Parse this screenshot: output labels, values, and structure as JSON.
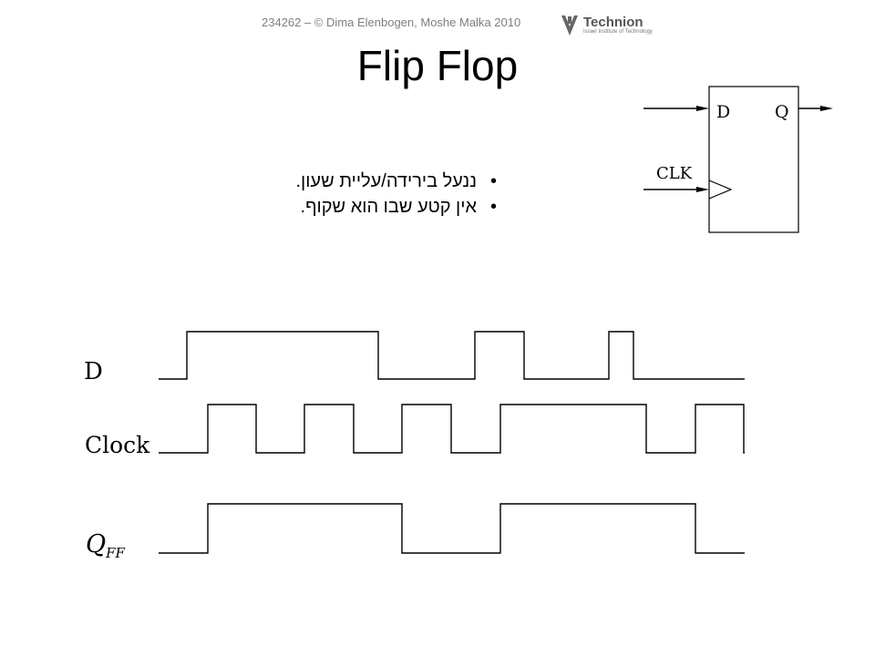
{
  "header": {
    "text": "234262 – © Dima Elenbogen, Moshe Malka 2010",
    "logo_text": "Technion",
    "logo_subtext": "Israel Institute of Technology"
  },
  "title": "Flip Flop",
  "bullets": [
    "ננעל בירידה/עליית שעון.",
    "אין קטע שבו הוא שקוף."
  ],
  "flipflop": {
    "pin_d": "D",
    "pin_q": "Q",
    "pin_clk": "CLK"
  },
  "timing": {
    "signals": [
      {
        "label": "D",
        "initial": 0,
        "transitions": [
          205,
          415,
          521,
          575,
          668,
          695
        ]
      },
      {
        "label": "Clock",
        "initial": 0,
        "transitions": [
          228,
          281,
          334,
          388,
          441,
          495,
          549,
          709,
          763,
          816
        ]
      },
      {
        "label": "Q",
        "label_sub": "FF",
        "initial": 0,
        "transitions": [
          228,
          441,
          549,
          763
        ]
      }
    ]
  }
}
